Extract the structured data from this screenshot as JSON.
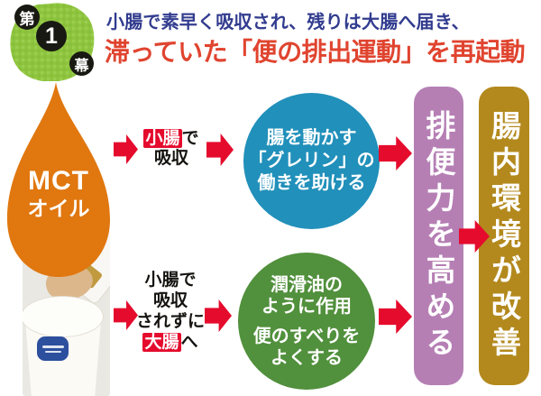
{
  "act_badge": {
    "prefix": "第",
    "number": "1",
    "suffix": "幕"
  },
  "header": {
    "subtitle": "小腸で素早く吸収され、残りは大腸へ届き、",
    "title": "滞っていた「便の排出運動」を再起動"
  },
  "source": {
    "name_en": "MCT",
    "name_ja": "オイル"
  },
  "flow_top": {
    "step": {
      "highlight": "小腸",
      "after": "で",
      "line2": "吸収"
    },
    "effect_lines": [
      "腸を動かす",
      "「グレリン」の",
      "働きを助ける"
    ]
  },
  "flow_bottom": {
    "step": {
      "line1": "小腸で",
      "line2": "吸収",
      "line3": "されずに",
      "highlight": "大腸",
      "after": "へ"
    },
    "effect_group1": [
      "潤滑油の",
      "ように作用"
    ],
    "effect_group2": [
      "便のすべりを",
      "よくする"
    ]
  },
  "outcomes": {
    "primary": "排便力を高める",
    "final": "腸内環境が改善"
  },
  "colors": {
    "drop_orange": "#e0770f",
    "effect_teal": "#2190ba",
    "effect_green": "#51903c",
    "outcome_purple": "#b57fb4",
    "outcome_gold": "#b3891d",
    "arrow_red": "#e50b2d",
    "header_blue": "#323c8f",
    "header_red": "#e0442f",
    "badge_green": "#8ec43e",
    "badge_circle_black": "#191913"
  }
}
